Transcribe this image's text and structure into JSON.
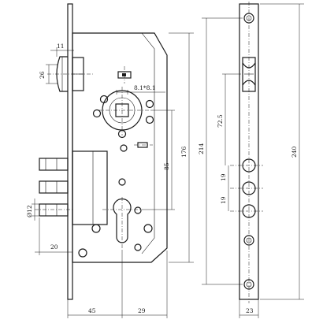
{
  "dimensions": {
    "latch_width": "11",
    "latch_height": "26",
    "spindle_square": "8.1*8.1",
    "body_height": "176",
    "center_distance": "85",
    "bolt_diameter": "Ø12",
    "bolt_projection": "20",
    "backset": "45",
    "cylinder_offset": "29",
    "faceplate_hole_offset": "72.5",
    "bolt_pitch_a": "19",
    "bolt_pitch_b": "19",
    "faceplate_hole_span": "214",
    "faceplate_length": "240",
    "faceplate_width": "23"
  }
}
